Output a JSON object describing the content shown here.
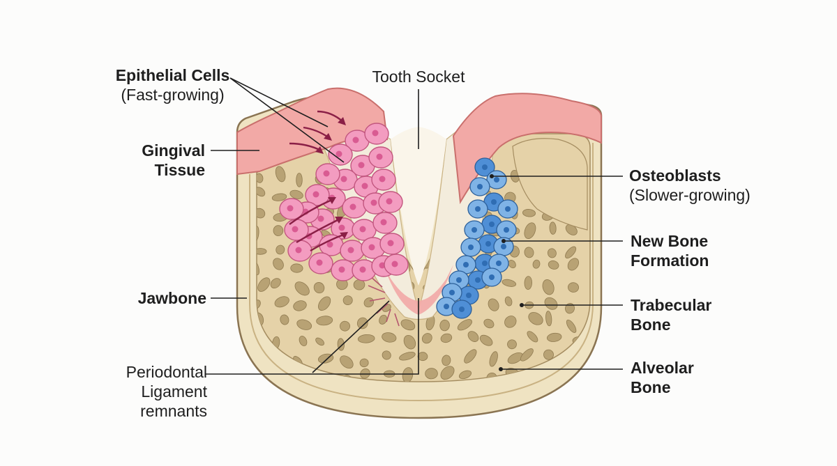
{
  "labels": {
    "epithelial": {
      "title": "Epithelial Cells",
      "note": "(Fast-growing)"
    },
    "socket": "Tooth Socket",
    "gingival": {
      "line1": "Gingival",
      "line2": "Tissue"
    },
    "jawbone": "Jawbone",
    "periodontal": {
      "line1": "Periodontal",
      "line2": "Ligament",
      "line3": "remnants"
    },
    "osteoblasts": {
      "title": "Osteoblasts",
      "note": "(Slower-growing)"
    },
    "new_bone": {
      "line1": "New Bone",
      "line2": "Formation"
    },
    "trabecular": {
      "line1": "Trabecular",
      "line2": "Bone"
    },
    "alveolar": {
      "line1": "Alveolar",
      "line2": "Bone"
    }
  },
  "colors": {
    "outer_bone": "#efe3c2",
    "bone_outline": "#8a7452",
    "trabecular_fill": "#e5d2a8",
    "pore": "#b8a274",
    "gum": "#f2a9a6",
    "gum_dark": "#e88f8c",
    "socket": "#f3ecdc",
    "epithelial_cell": "#f39cc0",
    "epithelial_nucleus": "#d95b92",
    "osteoblast_cell": "#7fb3e6",
    "osteoblast_nucleus": "#2f6db3",
    "leader_line": "#1e1e1e",
    "arrow": "#8a1f46"
  }
}
